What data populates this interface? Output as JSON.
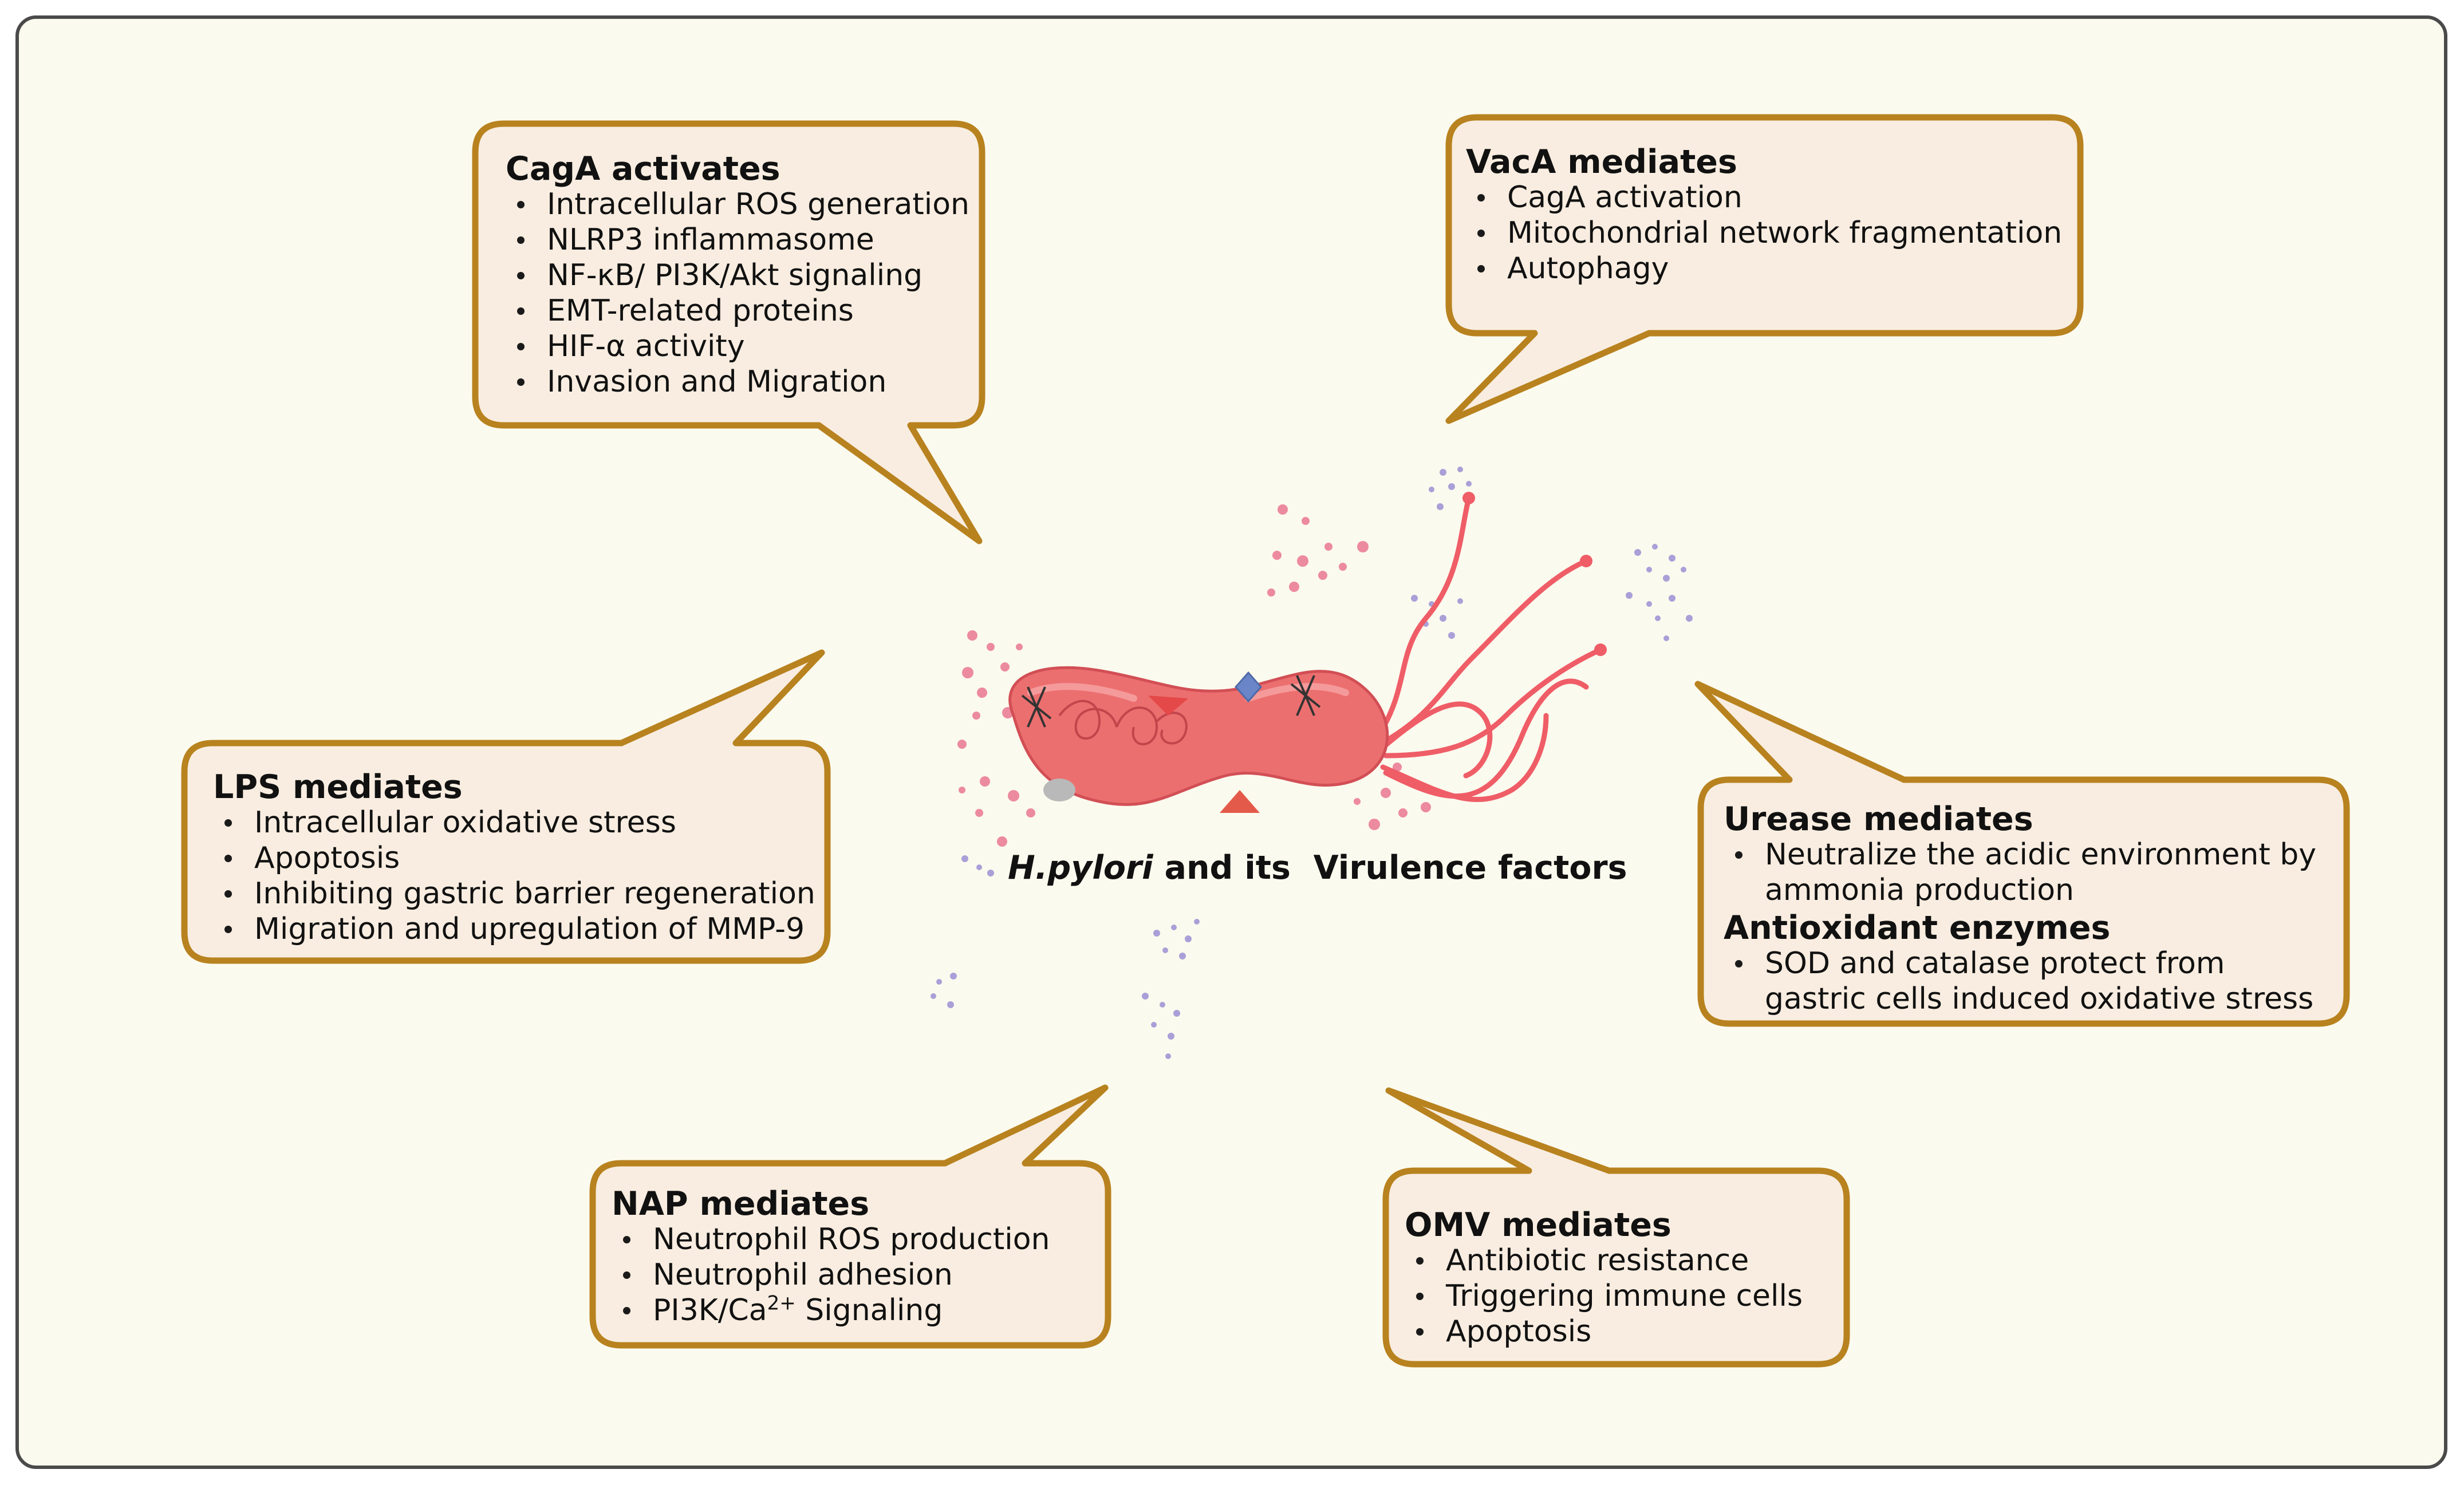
{
  "colors": {
    "background": "#fbfaee",
    "frame_border": "#4a4a4a",
    "bubble_fill": "#f8ede0",
    "bubble_border": "#b8821f",
    "bacterium_body": "#ec6f6f",
    "flagella": "#ef5d67",
    "dots_pink": "#ec8aa0",
    "dots_lavender": "#a9a0d8"
  },
  "icons": [
    "bacterium",
    "flagella",
    "secretion-system",
    "particle-dots"
  ],
  "center_label": {
    "italic": "H.pylori",
    "rest": " and its  Virulence factors"
  },
  "boxes": {
    "caga": {
      "title": "CagA activates",
      "items": [
        "Intracellular ROS generation",
        "NLRP3 inflammasome",
        "NF-κB/ PI3K/Akt signaling",
        "EMT-related proteins",
        "HIF-α activity",
        "Invasion and Migration"
      ]
    },
    "vaca": {
      "title": "VacA mediates",
      "items": [
        "CagA activation",
        "Mitochondrial network fragmentation",
        "Autophagy"
      ]
    },
    "lps": {
      "title": "LPS mediates",
      "items": [
        "Intracellular oxidative stress",
        "Apoptosis",
        "Inhibiting gastric barrier regeneration",
        "Migration and upregulation of MMP-9"
      ]
    },
    "urease": {
      "title": "Urease mediates",
      "items": [
        "Neutralize the acidic environment by ammonia production"
      ],
      "title2": "Antioxidant enzymes",
      "items2": [
        "SOD and catalase protect from gastric cells induced oxidative stress"
      ]
    },
    "nap": {
      "title": "NAP mediates",
      "items": [
        "Neutrophil ROS production",
        "Neutrophil adhesion"
      ],
      "item3_prefix": "PI3K/Ca",
      "item3_sup": "2+",
      "item3_suffix": " Signaling"
    },
    "omv": {
      "title": "OMV mediates",
      "items": [
        "Antibiotic resistance",
        "Triggering immune cells",
        "Apoptosis"
      ]
    }
  }
}
